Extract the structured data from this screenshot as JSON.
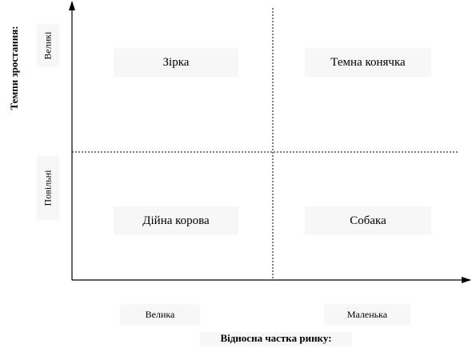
{
  "axes": {
    "x_title": "Відносна частка ринку:",
    "y_title": "Темпи зростання:",
    "x_ticks": [
      "Велика",
      "Маленька"
    ],
    "y_ticks": [
      "Великі",
      "Повільні"
    ]
  },
  "quadrants": {
    "top_left": "Зірка",
    "top_right": "Темна конячка",
    "bottom_left": "Дійна корова",
    "bottom_right": "Собака"
  },
  "colors": {
    "line": "#000000",
    "label_bg": "#f7f7f7"
  }
}
